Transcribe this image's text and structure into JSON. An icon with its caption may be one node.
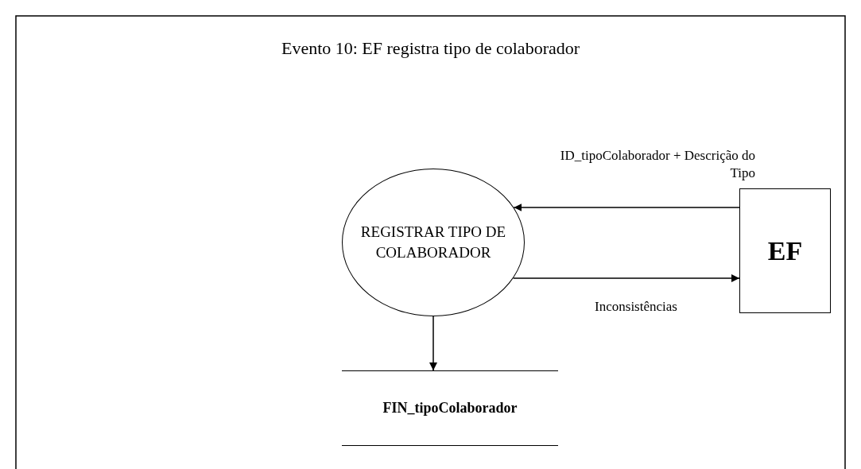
{
  "diagram": {
    "title": "Evento 10: EF registra tipo de colaborador",
    "nodes": [
      {
        "text": [
          "REGISTRAR TIPO DE COLABORADOR"
        ]
      },
      {
        "text": [
          "EF"
        ]
      },
      {
        "text": [
          "FIN_tipoColaborador"
        ]
      }
    ],
    "edges": [
      {
        "from": 1,
        "to": 0,
        "arrow": "to",
        "label": "ID_tipoColaborador + Descrição do Tipo"
      },
      {
        "from": 0,
        "to": 1,
        "arrow": "to",
        "label": "Inconsistências"
      },
      {
        "from": 0,
        "to": 2,
        "arrow": "to"
      }
    ]
  }
}
